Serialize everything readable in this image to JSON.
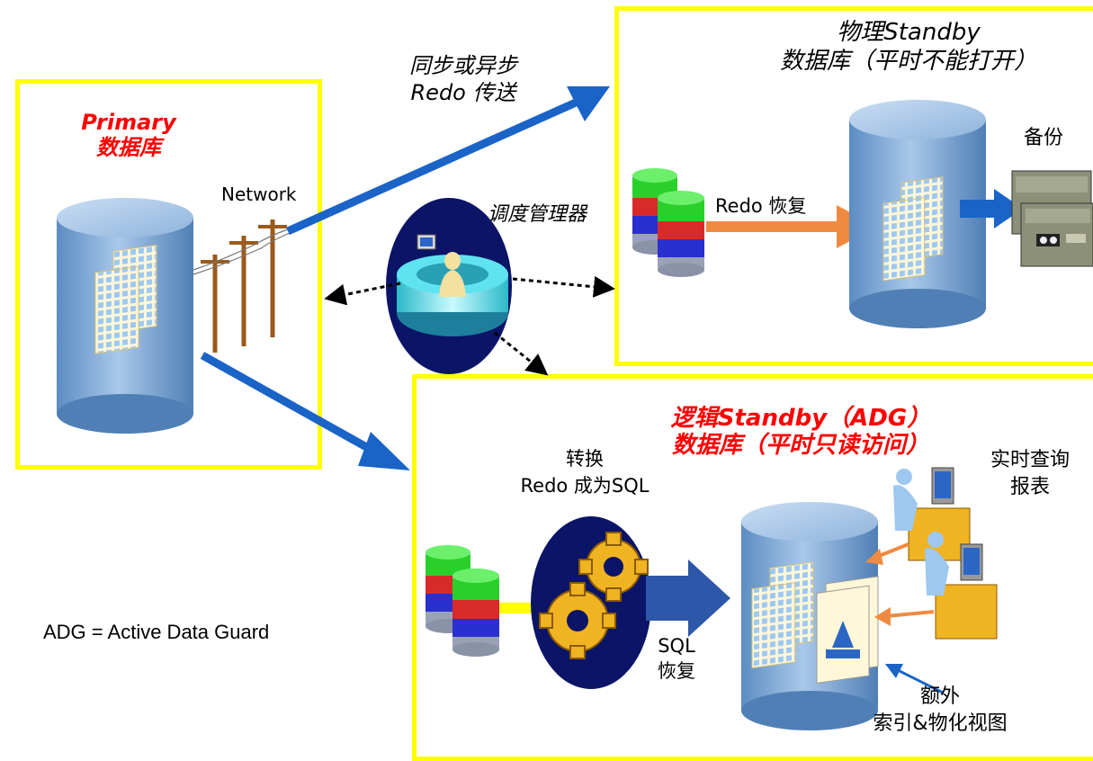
{
  "colors": {
    "frame": "#ffff00",
    "arrow_blue": "#1a63c7",
    "arrow_orange": "#f08a40",
    "arrow_yellow": "#ffff00",
    "cylinder_blue": "#6f9fcf",
    "title_red": "#ff0000"
  },
  "primary": {
    "title": "Primary",
    "subtitle": "数据库"
  },
  "network_label": "Network",
  "transport": {
    "line1": "同步或异步",
    "line2": "Redo 传送"
  },
  "scheduler_label": "调度管理器",
  "physical": {
    "line1": "物理Standby",
    "line2": "数据库（平时不能打开）",
    "redo_apply": "Redo 恢复",
    "backup": "备份"
  },
  "logical": {
    "line1": "逻辑Standby（ADG）",
    "line2": "数据库（平时只读访问）",
    "convert_line1": "转换",
    "convert_line2": "Redo 成为SQL",
    "sql_line1": "SQL",
    "sql_line2": "恢复",
    "query_line1": "实时查询",
    "query_line2": "报表",
    "extra_line1": "额外",
    "extra_line2": "索引&物化视图"
  },
  "footnote": "ADG = Active Data Guard",
  "icons": [
    "database-cylinder-icon",
    "telephone-pole-icon",
    "redo-log-stack-icon",
    "gear-icon",
    "tape-backup-icon",
    "workstation-user-icon",
    "document-page-icon",
    "dispatcher-console-icon"
  ]
}
